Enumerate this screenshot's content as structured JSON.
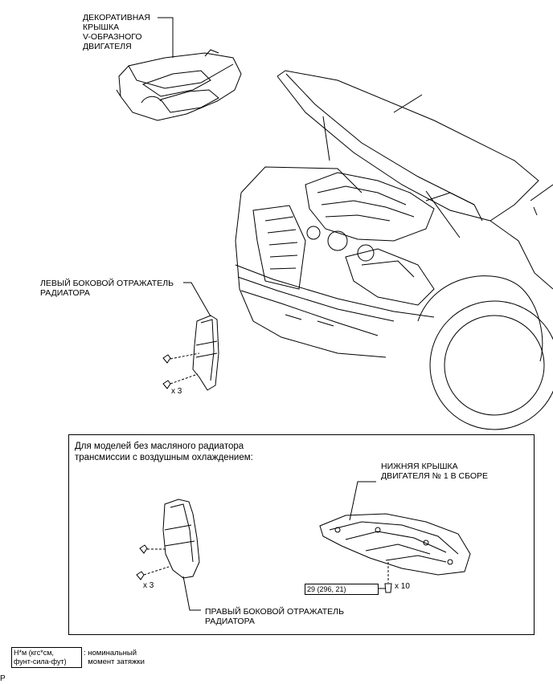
{
  "labels": {
    "engine_cover": "ДЕКОРАТИВНАЯ\nКРЫШКА\nV-ОБРАЗНОГО\nДВИГАТЕЛЯ",
    "left_deflector": "ЛЕВЫЙ БОКОВОЙ ОТРАЖАТЕЛЬ\nРАДИАТОРА",
    "right_deflector": "ПРАВЫЙ БОКОВОЙ ОТРАЖАТЕЛЬ\nРАДИАТОРА",
    "under_cover": "НИЖНЯЯ КРЫШКА\nДВИГАТЕЛЯ № 1 В СБОРЕ"
  },
  "counts": {
    "left_clips": "x 3",
    "right_clips": "x 3",
    "under_bolts": "x 10"
  },
  "inset": {
    "condition": "Для моделей без масляного радиатора\nтрансмиссии с воздушным охлаждением:"
  },
  "torque_spec": "29 (296, 21)",
  "legend": {
    "box_text": "Н*м (кгс*см,\nфунт-сила-фут)",
    "description": ": номинальный\n  момент затяжки"
  },
  "footer_mark": "P"
}
